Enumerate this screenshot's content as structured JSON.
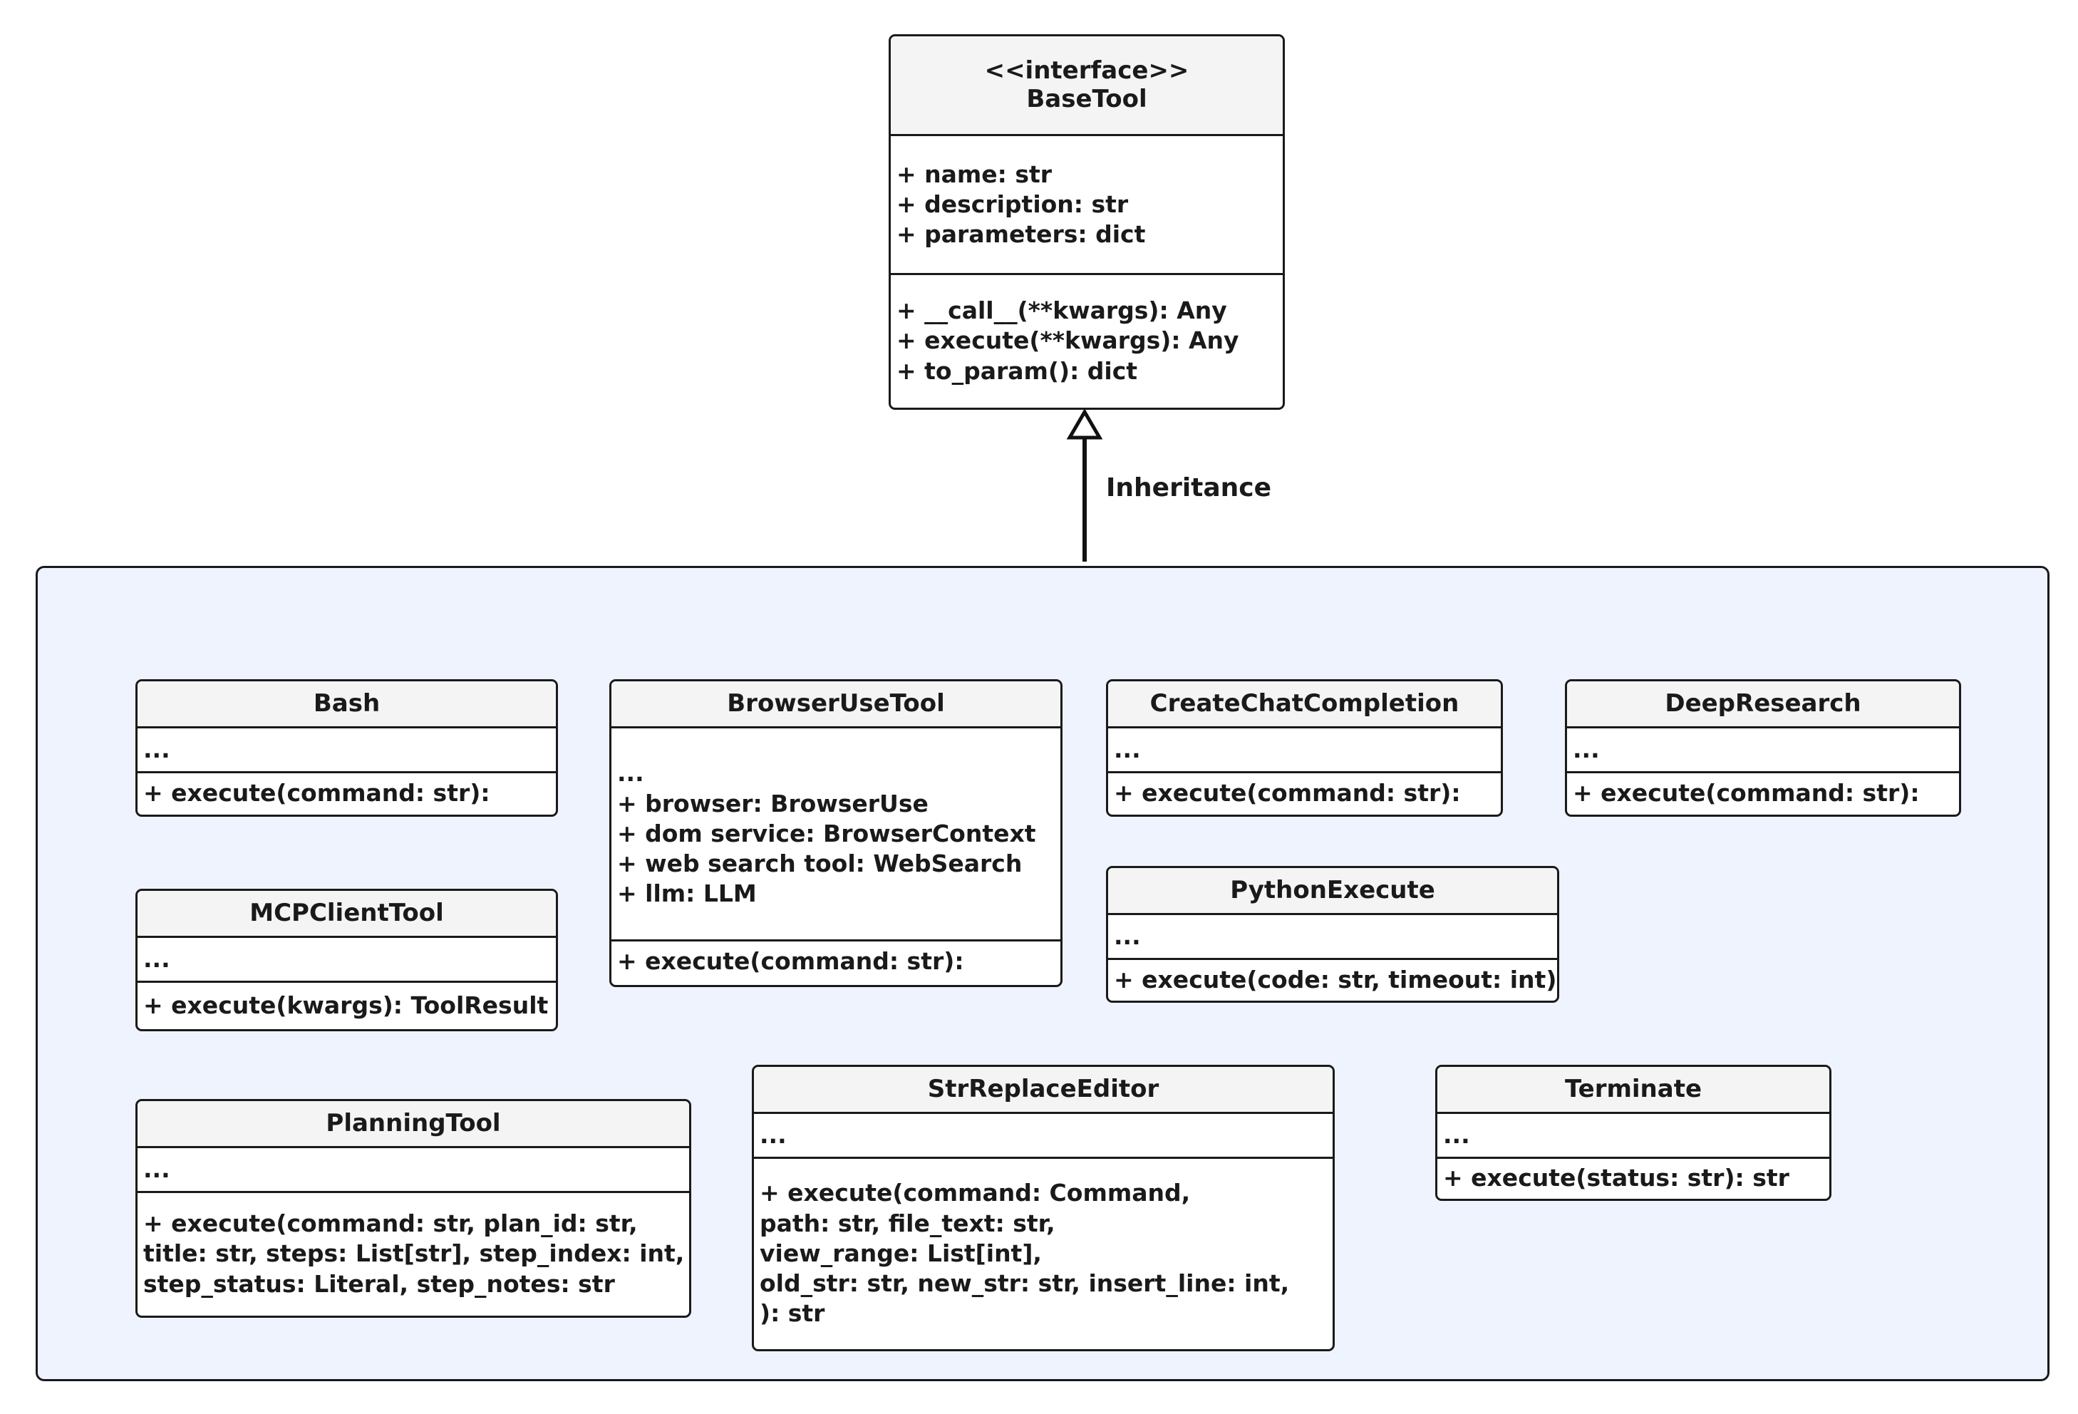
{
  "base": {
    "stereotype": "<<interface>>",
    "name": "BaseTool",
    "attributes": [
      "+ name: str",
      "+ description: str",
      "+ parameters: dict"
    ],
    "methods": [
      "+ __call__(**kwargs): Any",
      "+ execute(**kwargs): Any",
      "+ to_param(): dict"
    ]
  },
  "relation": {
    "label": "Inheritance"
  },
  "classes": {
    "bash": {
      "name": "Bash",
      "attributes": [
        "..."
      ],
      "methods": [
        "+ execute(command: str):"
      ]
    },
    "browser": {
      "name": "BrowserUseTool",
      "attributes": [
        "...",
        "+ browser: BrowserUse",
        "+ dom  service: BrowserContext",
        "+ web  search  tool: WebSearch",
        "+ llm: LLM"
      ],
      "methods": [
        "+ execute(command: str):"
      ]
    },
    "chat": {
      "name": "CreateChatCompletion",
      "attributes": [
        "..."
      ],
      "methods": [
        "+ execute(command: str):"
      ]
    },
    "deep": {
      "name": "DeepResearch",
      "attributes": [
        "..."
      ],
      "methods": [
        "+ execute(command: str):"
      ]
    },
    "mcp": {
      "name": "MCPClientTool",
      "attributes": [
        "..."
      ],
      "methods": [
        "+ execute(kwargs): ToolResult"
      ]
    },
    "python": {
      "name": "PythonExecute",
      "attributes": [
        "..."
      ],
      "methods": [
        "+ execute(code: str, timeout: int): D"
      ]
    },
    "planning": {
      "name": "PlanningTool",
      "attributes": [
        "..."
      ],
      "methods": [
        "+ execute(command: str, plan_id: str,",
        "title: str,   steps: List[str], step_index: int,",
        "step_status: Literal, step_notes: str"
      ]
    },
    "editor": {
      "name": "StrReplaceEditor",
      "attributes": [
        "..."
      ],
      "methods": [
        "+ execute(command: Command,",
        "path: str, file_text: str,",
        "view_range: List[int],",
        "old_str: str, new_str: str, insert_line: int,",
        "): str"
      ]
    },
    "terminate": {
      "name": "Terminate",
      "attributes": [
        "..."
      ],
      "methods": [
        "+ execute(status: str): str"
      ]
    }
  }
}
